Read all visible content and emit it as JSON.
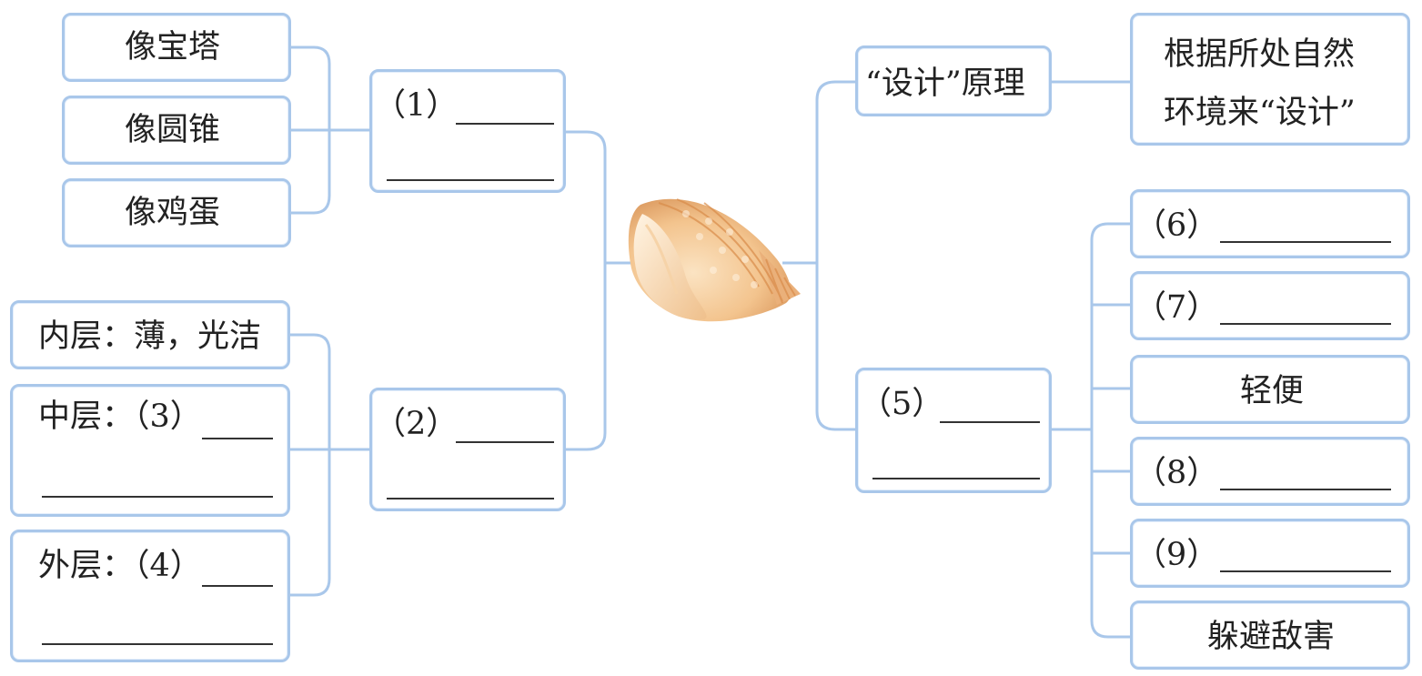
{
  "left": {
    "shape_items": [
      "像宝塔",
      "像圆锥",
      "像鸡蛋"
    ],
    "q1_label": "（1）",
    "q2_label": "（2）",
    "layers": {
      "inner": "内层：薄，光洁",
      "middle_label": "中层：（3）",
      "outer_label": "外层：（4）"
    }
  },
  "right": {
    "design_label": "“设计”原理",
    "design_desc_line1": "根据所处自然",
    "design_desc_line2": "环境来“设计”",
    "q5_label": "（5）",
    "items": {
      "q6": "（6）",
      "q7": "（7）",
      "light": "轻便",
      "q8": "（8）",
      "q9": "（9）",
      "hide": "躲避敌害"
    }
  },
  "colors": {
    "border": "#a9c7ea",
    "shell_main": "#f3c48e",
    "shell_dark": "#d9955a"
  },
  "center_icon": "seashell-icon"
}
